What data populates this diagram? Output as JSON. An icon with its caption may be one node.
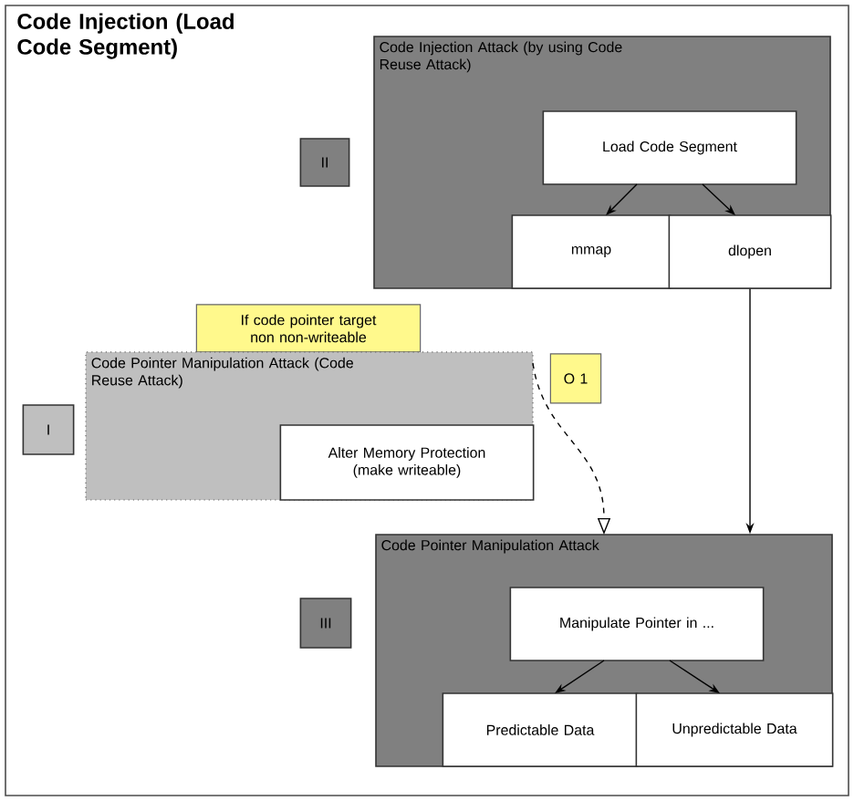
{
  "diagram": {
    "title": "Code Injection (Load Code Segment)",
    "nodes": [
      {
        "text": [
          "Code Injection Attack (by using Code Reuse Attack)"
        ]
      },
      {
        "text": [
          "Load Code Segment"
        ],
        "in": 0
      },
      {
        "text": [
          "mmap"
        ],
        "in": 0
      },
      {
        "text": [
          "dlopen"
        ],
        "in": 0
      },
      {
        "text": [
          "II"
        ]
      },
      {
        "text": [
          "If code pointer target non non-writeable"
        ]
      },
      {
        "text": [
          "Code Pointer Manipulation Attack (Code Reuse Attack)"
        ]
      },
      {
        "text": [
          "Alter Memory Protection (make writeable)"
        ],
        "in": 6
      },
      {
        "text": [
          "O 1"
        ]
      },
      {
        "text": [
          "I"
        ]
      },
      {
        "text": [
          "Code Pointer Manipulation Attack"
        ]
      },
      {
        "text": [
          "Manipulate Pointer in ..."
        ],
        "in": 10
      },
      {
        "text": [
          "Predictable Data"
        ],
        "in": 10
      },
      {
        "text": [
          "Unpredictable Data"
        ],
        "in": 10
      },
      {
        "text": [
          "III"
        ]
      }
    ],
    "edges": [
      {
        "from": 1,
        "to": 2,
        "arrow": "to"
      },
      {
        "from": 1,
        "to": 3,
        "arrow": "to"
      },
      {
        "from": 3,
        "to": 10,
        "arrow": "to"
      },
      {
        "from": 6,
        "to": 10,
        "arrow": "to",
        "style": "dashed"
      },
      {
        "from": 11,
        "to": 12,
        "arrow": "to"
      },
      {
        "from": 11,
        "to": 13,
        "arrow": "to"
      }
    ]
  }
}
